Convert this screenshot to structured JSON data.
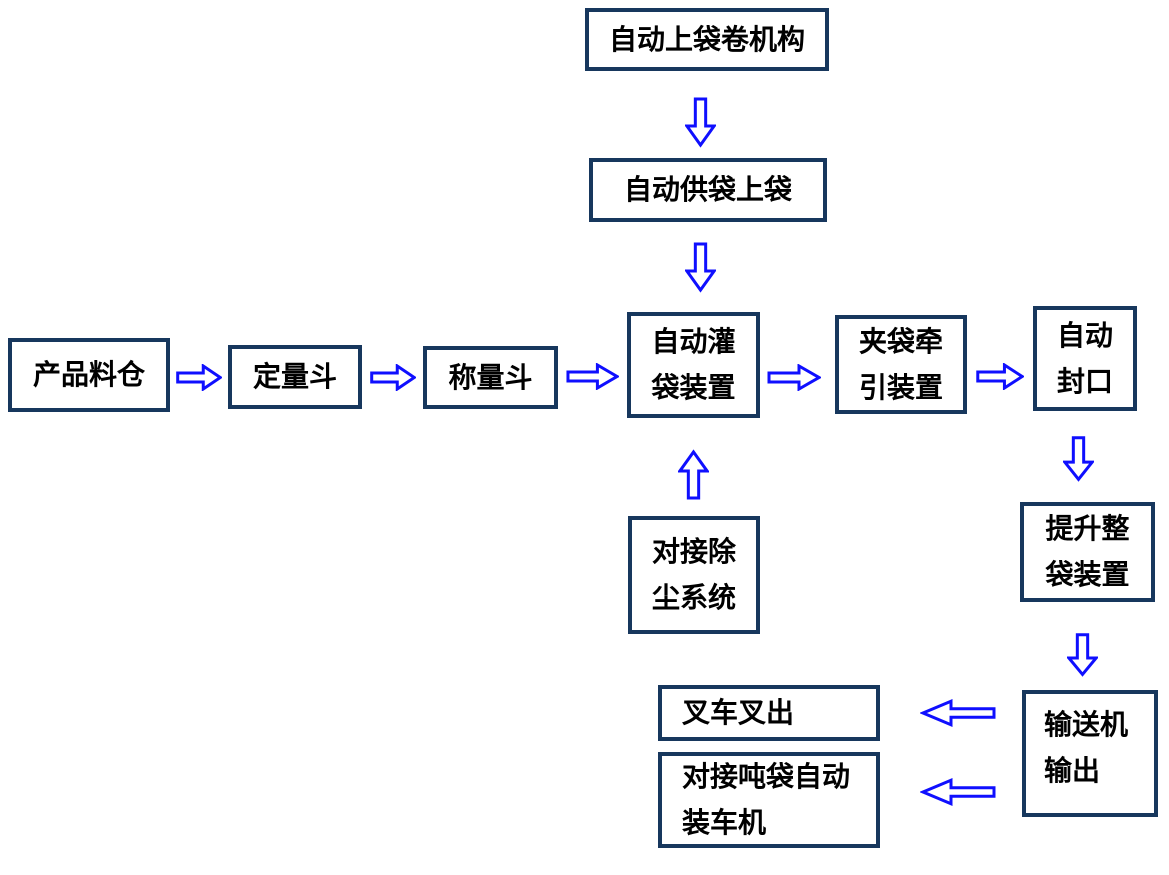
{
  "diagram": {
    "colors": {
      "box_border": "#17375d",
      "arrow": "#0f0fff",
      "text": "#000000"
    },
    "nodes": {
      "roll": {
        "label": "自动上袋卷机构"
      },
      "supply": {
        "label": "自动供袋上袋"
      },
      "silo": {
        "label": "产品料仓"
      },
      "dosing": {
        "label": "定量斗"
      },
      "weigh": {
        "label": "称量斗"
      },
      "fill": {
        "label": "自动灌\n袋装置"
      },
      "clamp": {
        "label": "夹袋牵\n引装置"
      },
      "seal": {
        "label": "自动\n封口"
      },
      "dust": {
        "label": "对接除\n尘系统"
      },
      "lift": {
        "label": "提升整\n袋装置"
      },
      "conveyor": {
        "label": "输送机\n输出"
      },
      "forklift": {
        "label": "叉车叉出"
      },
      "loader": {
        "label": "对接吨袋自动\n装车机"
      }
    },
    "edges": [
      {
        "from": "自动上袋卷机构",
        "to": "自动供袋上袋",
        "direction": "down"
      },
      {
        "from": "自动供袋上袋",
        "to": "自动灌袋装置",
        "direction": "down"
      },
      {
        "from": "产品料仓",
        "to": "定量斗",
        "direction": "right"
      },
      {
        "from": "定量斗",
        "to": "称量斗",
        "direction": "right"
      },
      {
        "from": "称量斗",
        "to": "自动灌袋装置",
        "direction": "right"
      },
      {
        "from": "自动灌袋装置",
        "to": "夹袋牵引装置",
        "direction": "right"
      },
      {
        "from": "夹袋牵引装置",
        "to": "自动封口",
        "direction": "right"
      },
      {
        "from": "对接除尘系统",
        "to": "自动灌袋装置",
        "direction": "up"
      },
      {
        "from": "自动封口",
        "to": "提升整袋装置",
        "direction": "down"
      },
      {
        "from": "提升整袋装置",
        "to": "输送机输出",
        "direction": "down"
      },
      {
        "from": "输送机输出",
        "to": "叉车叉出",
        "direction": "left"
      },
      {
        "from": "输送机输出",
        "to": "对接吨袋自动装车机",
        "direction": "left"
      }
    ]
  }
}
